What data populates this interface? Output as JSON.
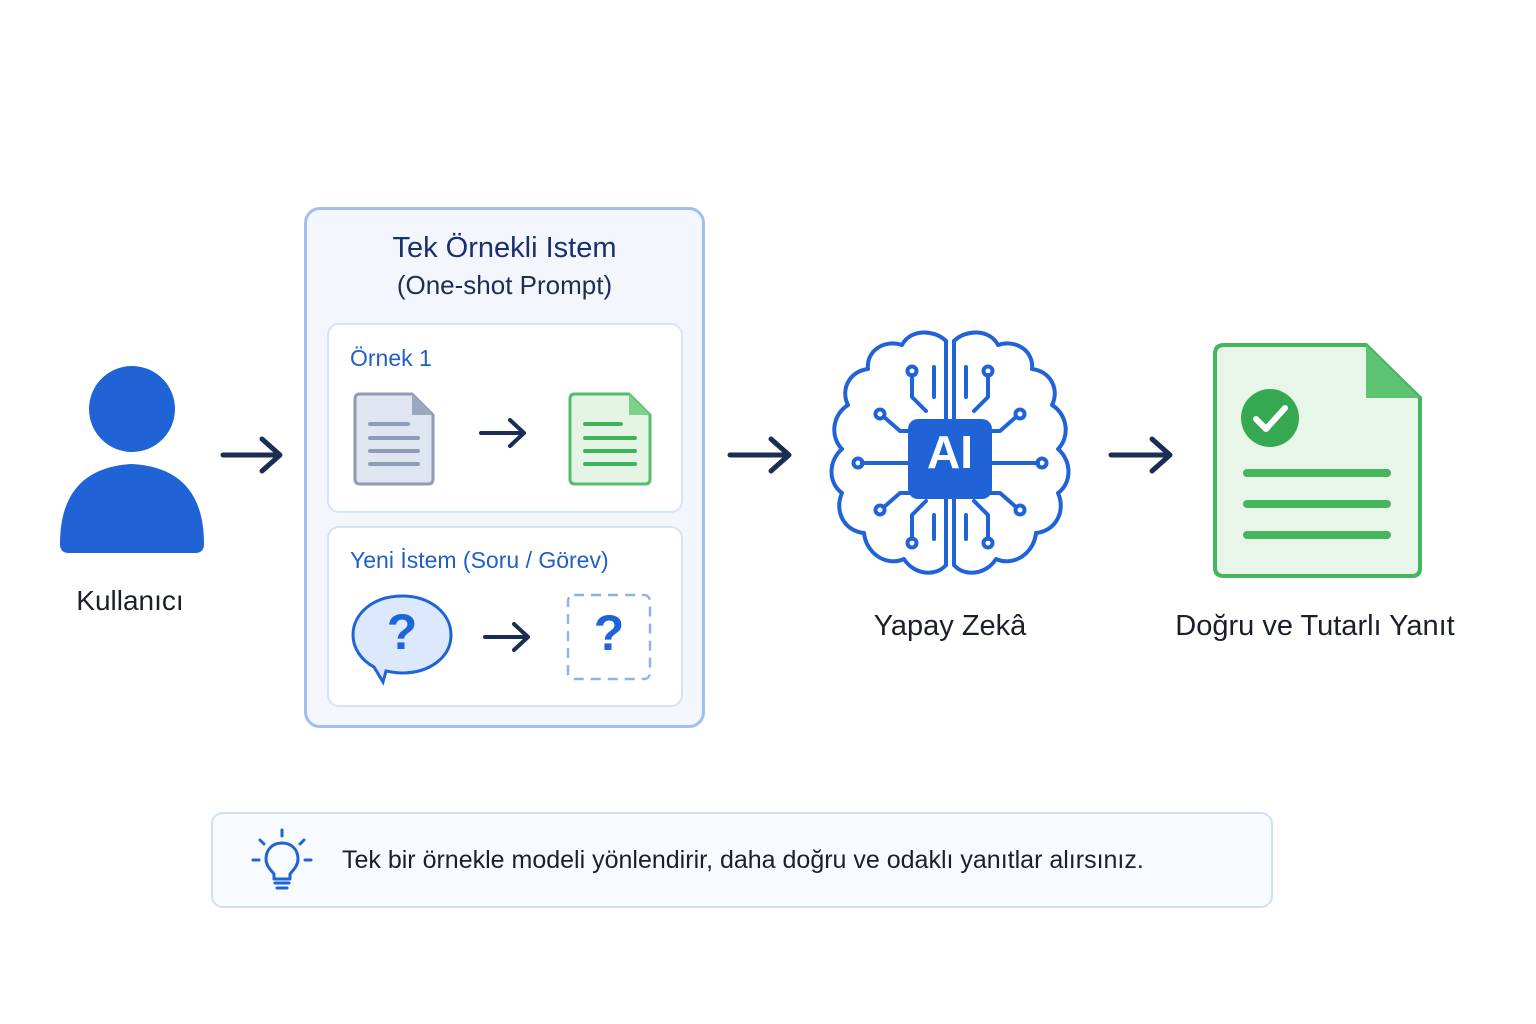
{
  "user": {
    "label": "Kullanıcı"
  },
  "prompt": {
    "title": "Tek Örnekli Istem",
    "subtitle": "(One-shot Prompt)",
    "example": {
      "title": "Örnek 1"
    },
    "new_prompt": {
      "title": "Yeni İstem (Soru / Görev)",
      "question_mark": "?",
      "answer_mark": "?"
    }
  },
  "ai": {
    "badge": "AI",
    "label": "Yapay Zekâ"
  },
  "result": {
    "label": "Doğru ve Tutarlı Yanıt"
  },
  "tip": {
    "text": "Tek bir örnekle modeli yönlendirir, daha doğru ve odaklı yanıtlar alırsınız."
  },
  "colors": {
    "primary_blue": "#1f63d6",
    "dark_navy": "#1c2d55",
    "green": "#3fb35a",
    "panel_border": "#9ebff0"
  },
  "icons": [
    "user-icon",
    "document-icon",
    "document-green-icon",
    "question-bubble-icon",
    "question-box-icon",
    "brain-ai-icon",
    "check-document-icon",
    "lightbulb-icon",
    "arrow-right-icon"
  ]
}
